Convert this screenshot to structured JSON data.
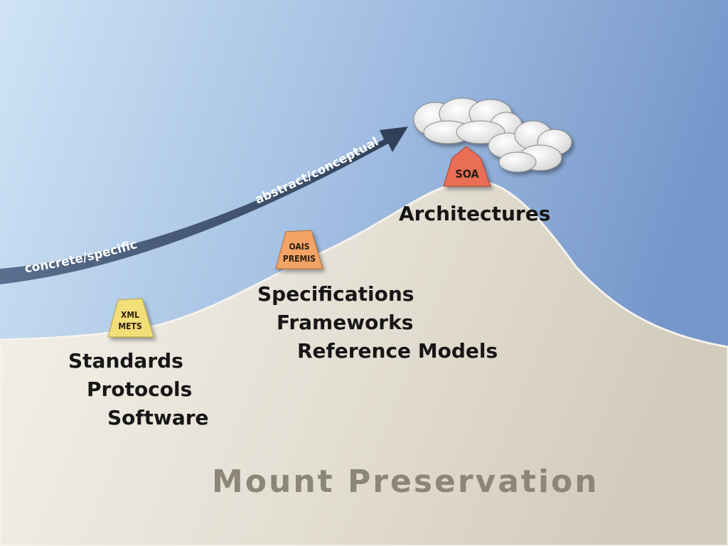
{
  "title": "Mount Preservation",
  "arrow": {
    "start_label": "concrete/specific",
    "end_label": "abstract/conceptual"
  },
  "markers": {
    "low": {
      "lines": [
        "XML",
        "METS"
      ],
      "color": "#f3df78"
    },
    "mid": {
      "lines": [
        "OAIS",
        "PREMIS"
      ],
      "color": "#f3a466"
    },
    "peak": {
      "lines": [
        "SOA"
      ],
      "color": "#ea6d54"
    }
  },
  "levels": {
    "low": [
      "Standards",
      "Protocols",
      "Software"
    ],
    "mid": [
      "Specifications",
      "Frameworks",
      "Reference Models"
    ],
    "peak": [
      "Architectures"
    ]
  },
  "colors": {
    "sky_light": "#c9def2",
    "sky_dark": "#7a9dcc",
    "mountain": "#e2ddd1",
    "arrow": "#3d4f6a"
  }
}
